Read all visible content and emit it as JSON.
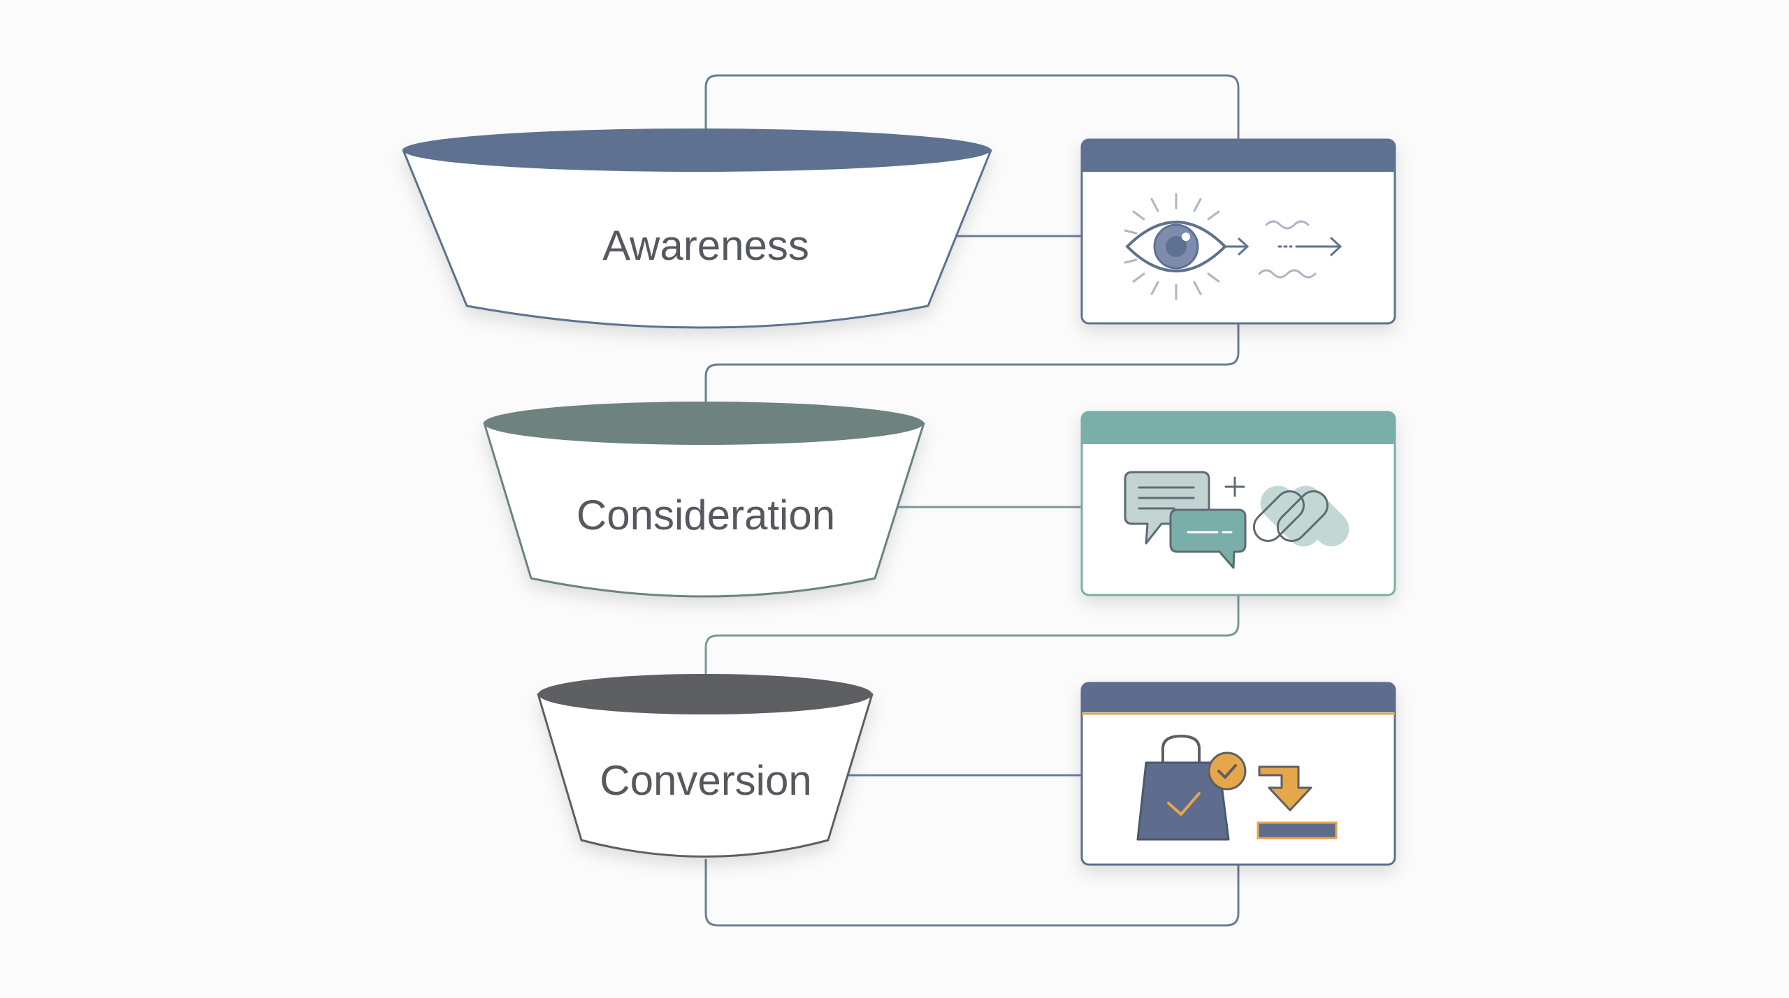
{
  "stages": [
    {
      "label": "Awareness",
      "accent": "#5e7190",
      "icon": "eye-icon"
    },
    {
      "label": "Consideration",
      "accent": "#6e8280",
      "panel_accent": "#7aaea9",
      "icon": "chat-link-icon"
    },
    {
      "label": "Conversion",
      "accent": "#5d5f63",
      "panel_accent": "#5e6d8d",
      "highlight": "#e6a64a",
      "icon": "shopping-bag-check-icon"
    }
  ],
  "colors": {
    "connector": "#6d7d96",
    "background": "#fbfbfb",
    "funnel_fill": "#ffffff",
    "text": "#55595f"
  }
}
